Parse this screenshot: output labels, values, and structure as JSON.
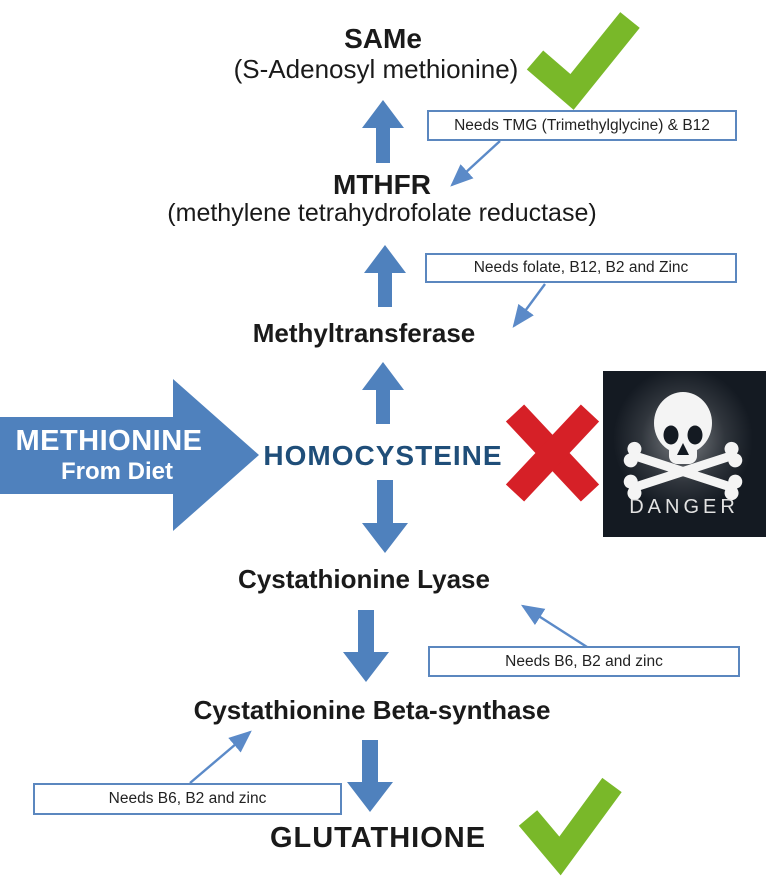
{
  "diagram": {
    "nodes": {
      "same": {
        "title": "SAMe",
        "subtitle": "(S-Adenosyl methionine)"
      },
      "mthfr": {
        "title": "MTHFR",
        "subtitle": "(methylene tetrahydrofolate reductase)"
      },
      "methyltransferase": {
        "title": "Methyltransferase"
      },
      "homocysteine": {
        "title": "HOMOCYSTEINE"
      },
      "methionine": {
        "title": "METHIONINE",
        "subtitle": "From Diet"
      },
      "cystathionine_lyase": {
        "title": "Cystathionine Lyase"
      },
      "cystathionine_beta_synthase": {
        "title": "Cystathionine Beta-synthase"
      },
      "glutathione": {
        "title": "GLUTATHIONE"
      }
    },
    "notes": {
      "note_tmg": "Needs TMG (Trimethylglycine) & B12",
      "note_folate": "Needs folate, B12, B2 and Zinc",
      "note_b6_lyase": "Needs B6, B2 and zinc",
      "note_b6_synthase": "Needs B6, B2 and zinc"
    },
    "danger_label": "DANGER",
    "colors": {
      "arrow_blue": "#4f81bd",
      "connector_blue": "#5b8ac8",
      "homocysteine_navy": "#1f4e79",
      "check_green": "#79b829",
      "x_red": "#d62027",
      "danger_bg": "#141a22",
      "text_black": "#1a1a1a"
    }
  }
}
